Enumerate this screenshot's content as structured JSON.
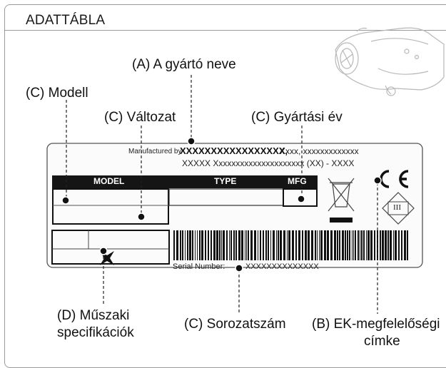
{
  "header": {
    "title": "ADATTÁBLA"
  },
  "callouts": {
    "manufacturer": "(A) A gyártó neve",
    "model": "(C) Modell",
    "variant": "(C) Változat",
    "year": "(C) Gyártási év",
    "specs_line1": "(D) Műszaki",
    "specs_line2": "specifikációk",
    "serial": "(C) Sorozatszám",
    "ce_line1": "(B) EK-megfelelőségi",
    "ce_line2": "címke"
  },
  "plate": {
    "manufactured_by": "Manufactured by",
    "maker_bold": "XXXXXXXXXXXXXXXXX,",
    "maker_rest": "Xxxx, xxxxxxxxxxxxx",
    "address": "XXXXX Xxxxxxxxxxxxxxxxxxxxx (XX) - XXXX",
    "col_model": "MODEL",
    "col_type": "TYPE",
    "col_mfg": "MFG",
    "serial_label": "Serial Number:",
    "serial_value": "XXXXXXXXXXXXXX",
    "class_mark": "III",
    "ce_mark": "CE"
  }
}
